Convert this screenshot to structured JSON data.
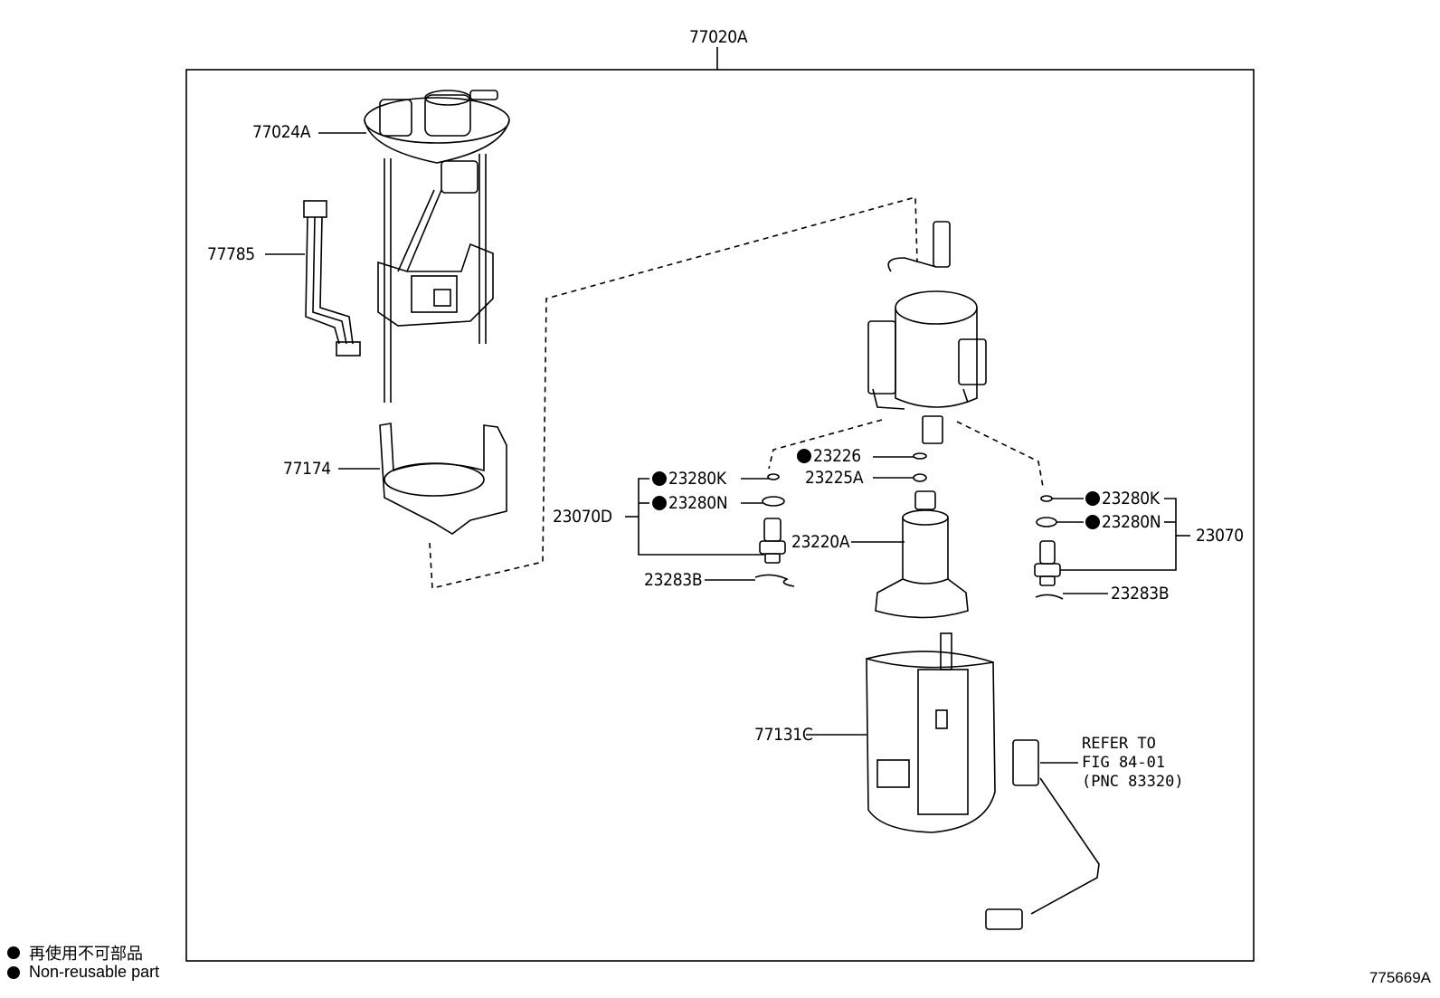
{
  "diagram": {
    "assembly_label": "77020A",
    "parts": {
      "p77024A": "77024A",
      "p77785": "77785",
      "p77174": "77174",
      "p77131C": "77131C",
      "p23070D": "23070D",
      "p23280K_left": "23280K",
      "p23280N_left": "23280N",
      "p23283B_left": "23283B",
      "p23226": "23226",
      "p23225A": "23225A",
      "p23220A": "23220A",
      "p23280K_right": "23280K",
      "p23280N_right": "23280N",
      "p23070": "23070",
      "p23283B_right": "23283B"
    },
    "refer": {
      "line1": "REFER TO",
      "line2": "FIG 84-01",
      "line3": "(PNC 83320)"
    }
  },
  "legend": {
    "jp": "再使用不可部品",
    "en": "Non-reusable part"
  },
  "figure_code": "775669A",
  "colors": {
    "ink": "#000000",
    "paper": "#ffffff"
  }
}
